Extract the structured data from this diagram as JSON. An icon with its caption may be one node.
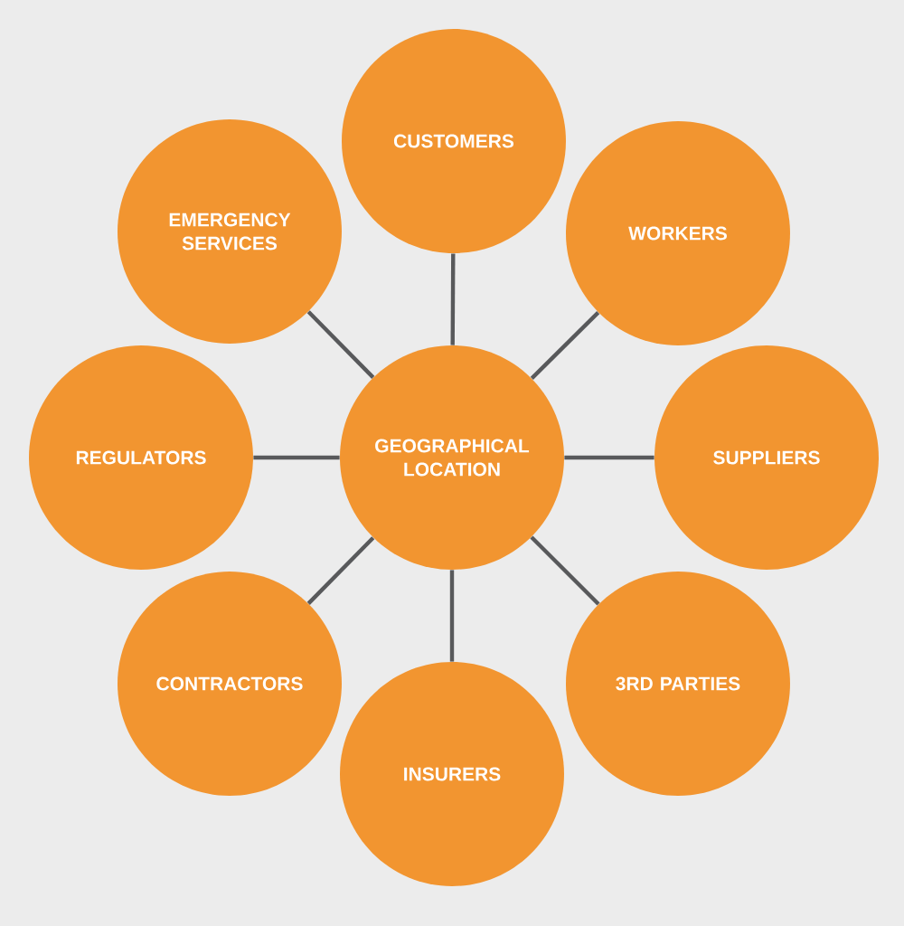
{
  "diagram": {
    "nodes": [
      {
        "text": [
          "GEOGRAPHICAL LOCATION"
        ]
      },
      {
        "text": [
          "CUSTOMERS"
        ]
      },
      {
        "text": [
          "EMERGENCY SERVICES"
        ]
      },
      {
        "text": [
          "WORKERS"
        ]
      },
      {
        "text": [
          "REGULATORS"
        ]
      },
      {
        "text": [
          "SUPPLIERS"
        ]
      },
      {
        "text": [
          "CONTRACTORS"
        ]
      },
      {
        "text": [
          "3RD PARTIES"
        ]
      },
      {
        "text": [
          "INSURERS"
        ]
      }
    ],
    "edges": [
      {
        "from": 0,
        "to": 1,
        "arrow": "none"
      },
      {
        "from": 0,
        "to": 2,
        "arrow": "none"
      },
      {
        "from": 0,
        "to": 3,
        "arrow": "none"
      },
      {
        "from": 0,
        "to": 4,
        "arrow": "none"
      },
      {
        "from": 0,
        "to": 5,
        "arrow": "none"
      },
      {
        "from": 0,
        "to": 6,
        "arrow": "none"
      },
      {
        "from": 0,
        "to": 7,
        "arrow": "none"
      },
      {
        "from": 0,
        "to": 8,
        "arrow": "none"
      }
    ]
  }
}
